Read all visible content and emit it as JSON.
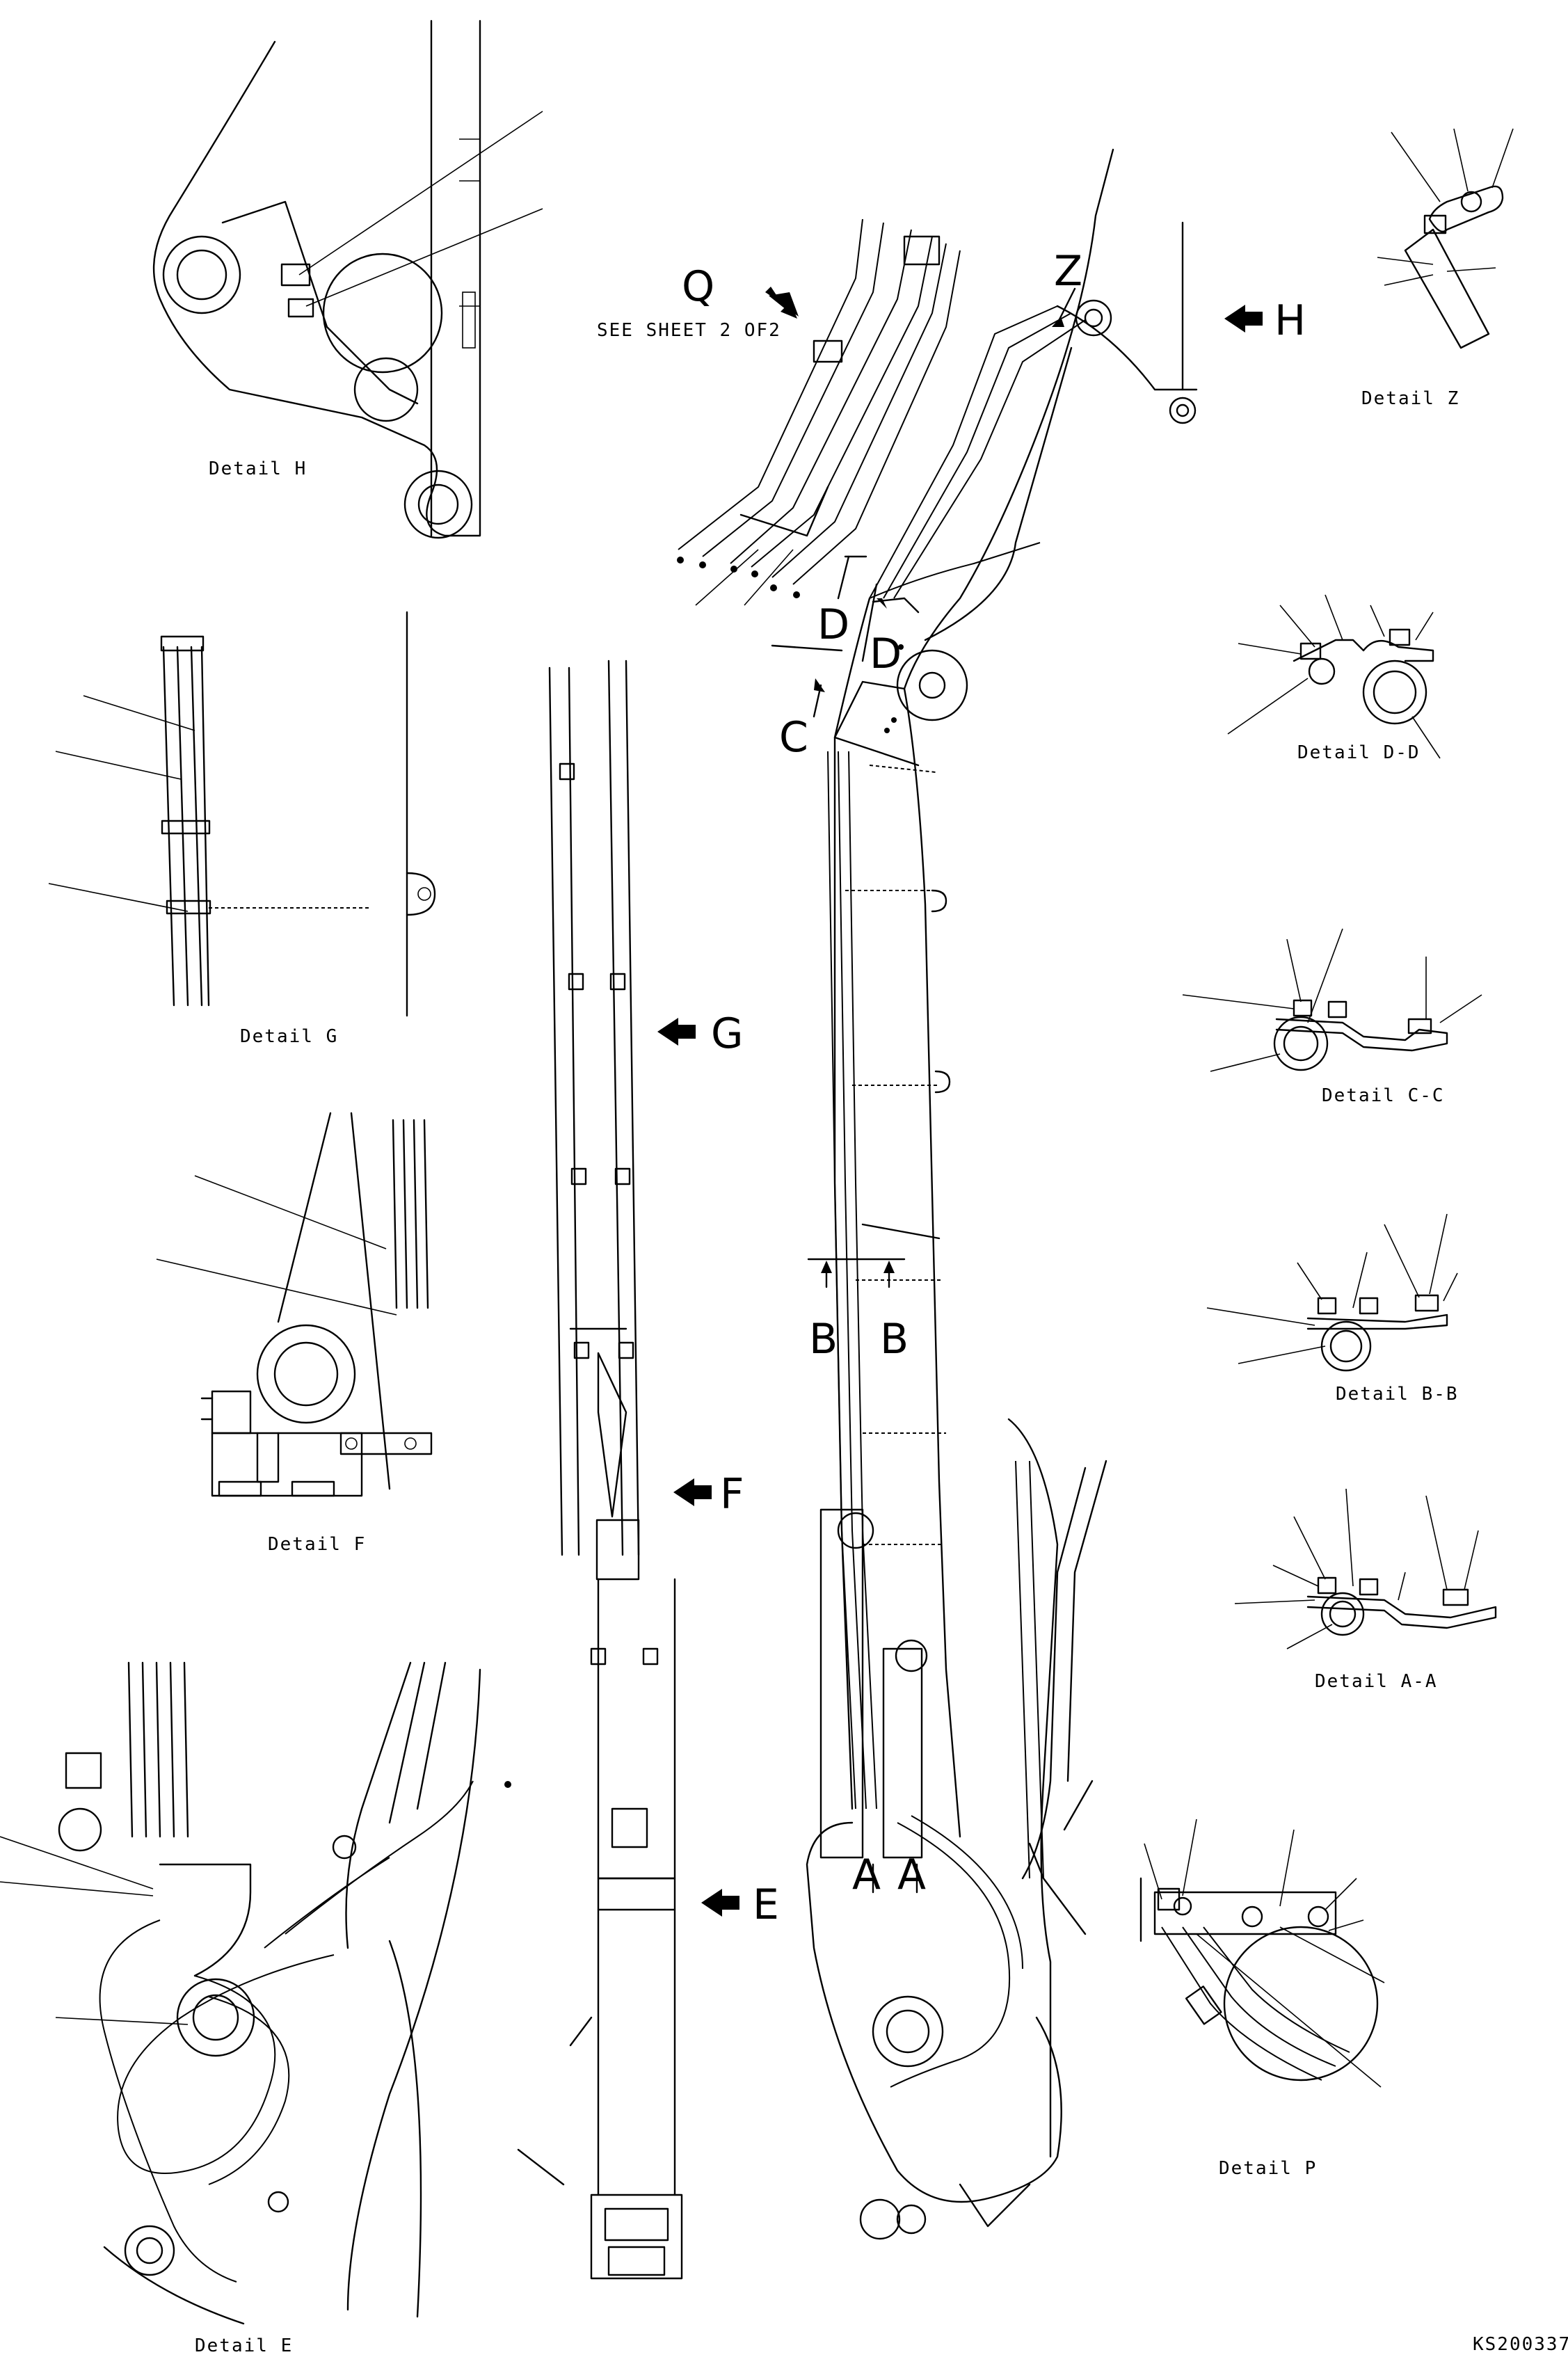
{
  "drawing": {
    "sheet_note": "SEE SHEET 2 OF2",
    "drawing_number": "KS200337"
  },
  "details": {
    "h": "Detail H",
    "g": "Detail G",
    "f": "Detail F",
    "e": "Detail E",
    "z": "Detail Z",
    "dd": "Detail D-D",
    "cc": "Detail C-C",
    "bb": "Detail B-B",
    "aa": "Detail A-A",
    "p": "Detail P"
  },
  "view_labels": {
    "q": "Q",
    "z": "Z",
    "h": "H",
    "g": "G",
    "f": "F",
    "e": "E",
    "d_left": "D",
    "d_right": "D",
    "c": "C",
    "b_left": "B",
    "b_right": "B",
    "a_left": "A",
    "a_right": "A"
  }
}
